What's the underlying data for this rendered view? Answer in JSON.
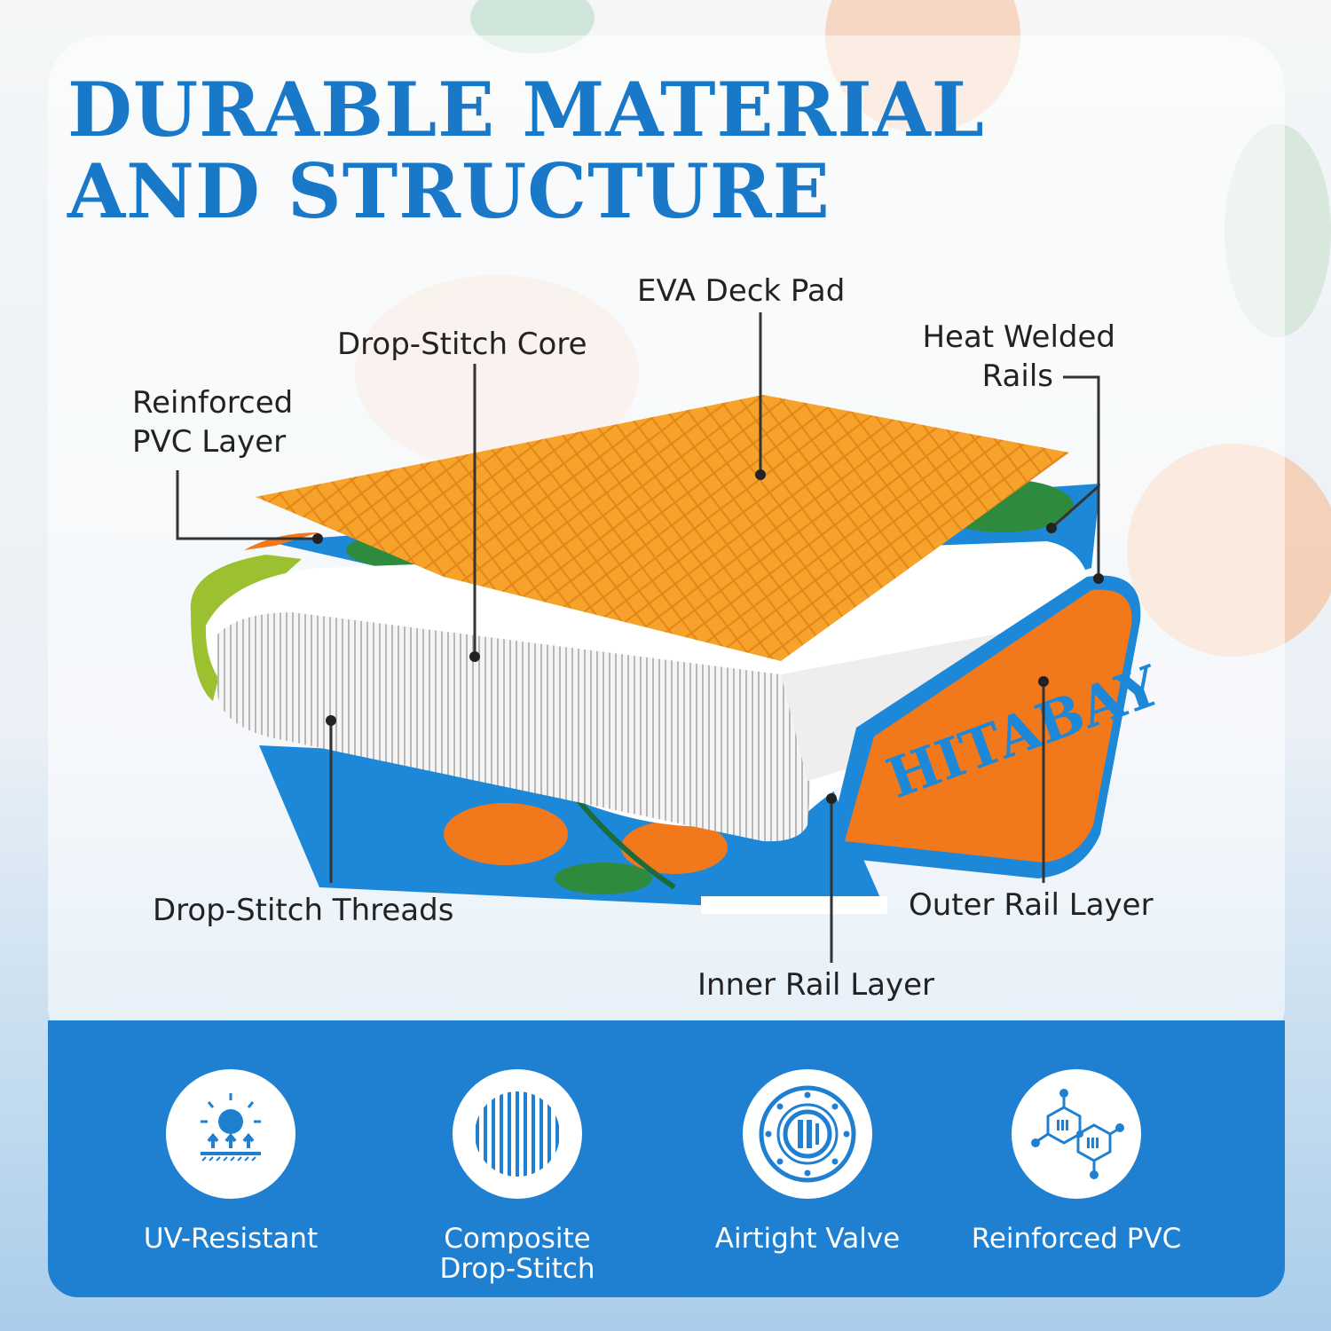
{
  "title": {
    "line1": "DURABLE MATERIAL",
    "line2": "AND STRUCTURE"
  },
  "brand": "HITABAY",
  "labels": {
    "eva": "EVA Deck Pad",
    "drop_core": "Drop-Stitch Core",
    "heat_welded_1": "Heat Welded",
    "heat_welded_2": "Rails",
    "pvc_1": "Reinforced",
    "pvc_2": "PVC Layer",
    "threads": "Drop-Stitch Threads",
    "outer_rail": "Outer Rail Layer",
    "inner_rail": "Inner Rail Layer"
  },
  "features": [
    {
      "label": "UV-Resistant",
      "icon": "uv-sun-icon"
    },
    {
      "label": "Composite\nDrop-Stitch",
      "icon": "drop-stitch-icon"
    },
    {
      "label": "Airtight Valve",
      "icon": "valve-icon"
    },
    {
      "label": "Reinforced PVC",
      "icon": "hexagon-molecule-icon"
    }
  ],
  "colors": {
    "title_blue": "#1a78c8",
    "band_blue": "#1f7fd0",
    "eva_orange": "#f7a22a",
    "rail_orange": "#f2781c",
    "pvc_blue": "#1e88d8",
    "leaf_green": "#2e8b3e"
  }
}
